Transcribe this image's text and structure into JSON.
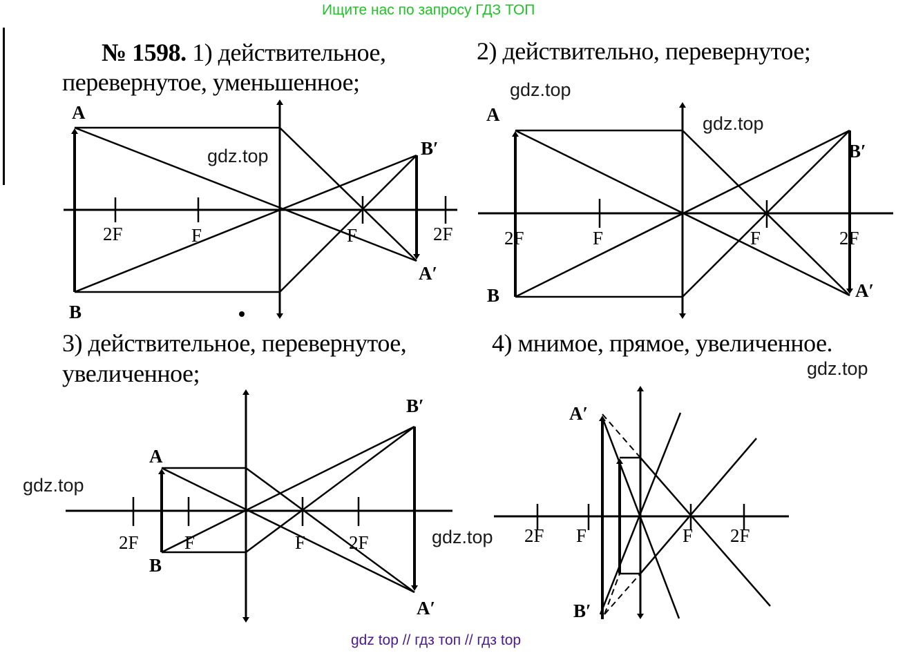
{
  "banner": {
    "text": "Ищите нас по запросу ГДЗ ТОП",
    "color": "#22c02a"
  },
  "problem": {
    "number": "№ 1598.",
    "part1": {
      "line1": "1) действительное,",
      "line2": "перевернутое, уменьшенное;"
    },
    "part2": {
      "line1": "2) действительно, перевернутое;"
    },
    "part3": {
      "line1": "3) действительное, перевернутое,",
      "line2": "увеличенное;"
    },
    "part4": {
      "line1": "4) мнимое, прямое, увеличенное."
    }
  },
  "watermarks": {
    "w1": "gdz.top",
    "w2": "gdz.top",
    "w3": "gdz.top",
    "w4": "gdz.top",
    "w5": "gdz.top",
    "w6": "gdz.top"
  },
  "diagrams": {
    "d1": {
      "A": "A",
      "B": "B",
      "A_img": "A′",
      "B_img": "B′",
      "ticks": [
        "2F",
        "F",
        "F",
        "2F"
      ]
    },
    "d2": {
      "A": "A",
      "B": "B",
      "A_img": "A′",
      "B_img": "B′",
      "ticks": [
        "2F",
        "F",
        "F",
        "2F"
      ]
    },
    "d3": {
      "A": "A",
      "B": "B",
      "A_img": "A′",
      "B_img": "B′",
      "ticks": [
        "2F",
        "F",
        "F",
        "2F"
      ]
    },
    "d4": {
      "A_img": "A′",
      "B_img": "B′",
      "ticks": [
        "2F",
        "F",
        "F",
        "2F"
      ]
    }
  },
  "footer": {
    "text": "gdz top  //  гдз топ  //  гдз top",
    "color": "#4b1a8c"
  }
}
